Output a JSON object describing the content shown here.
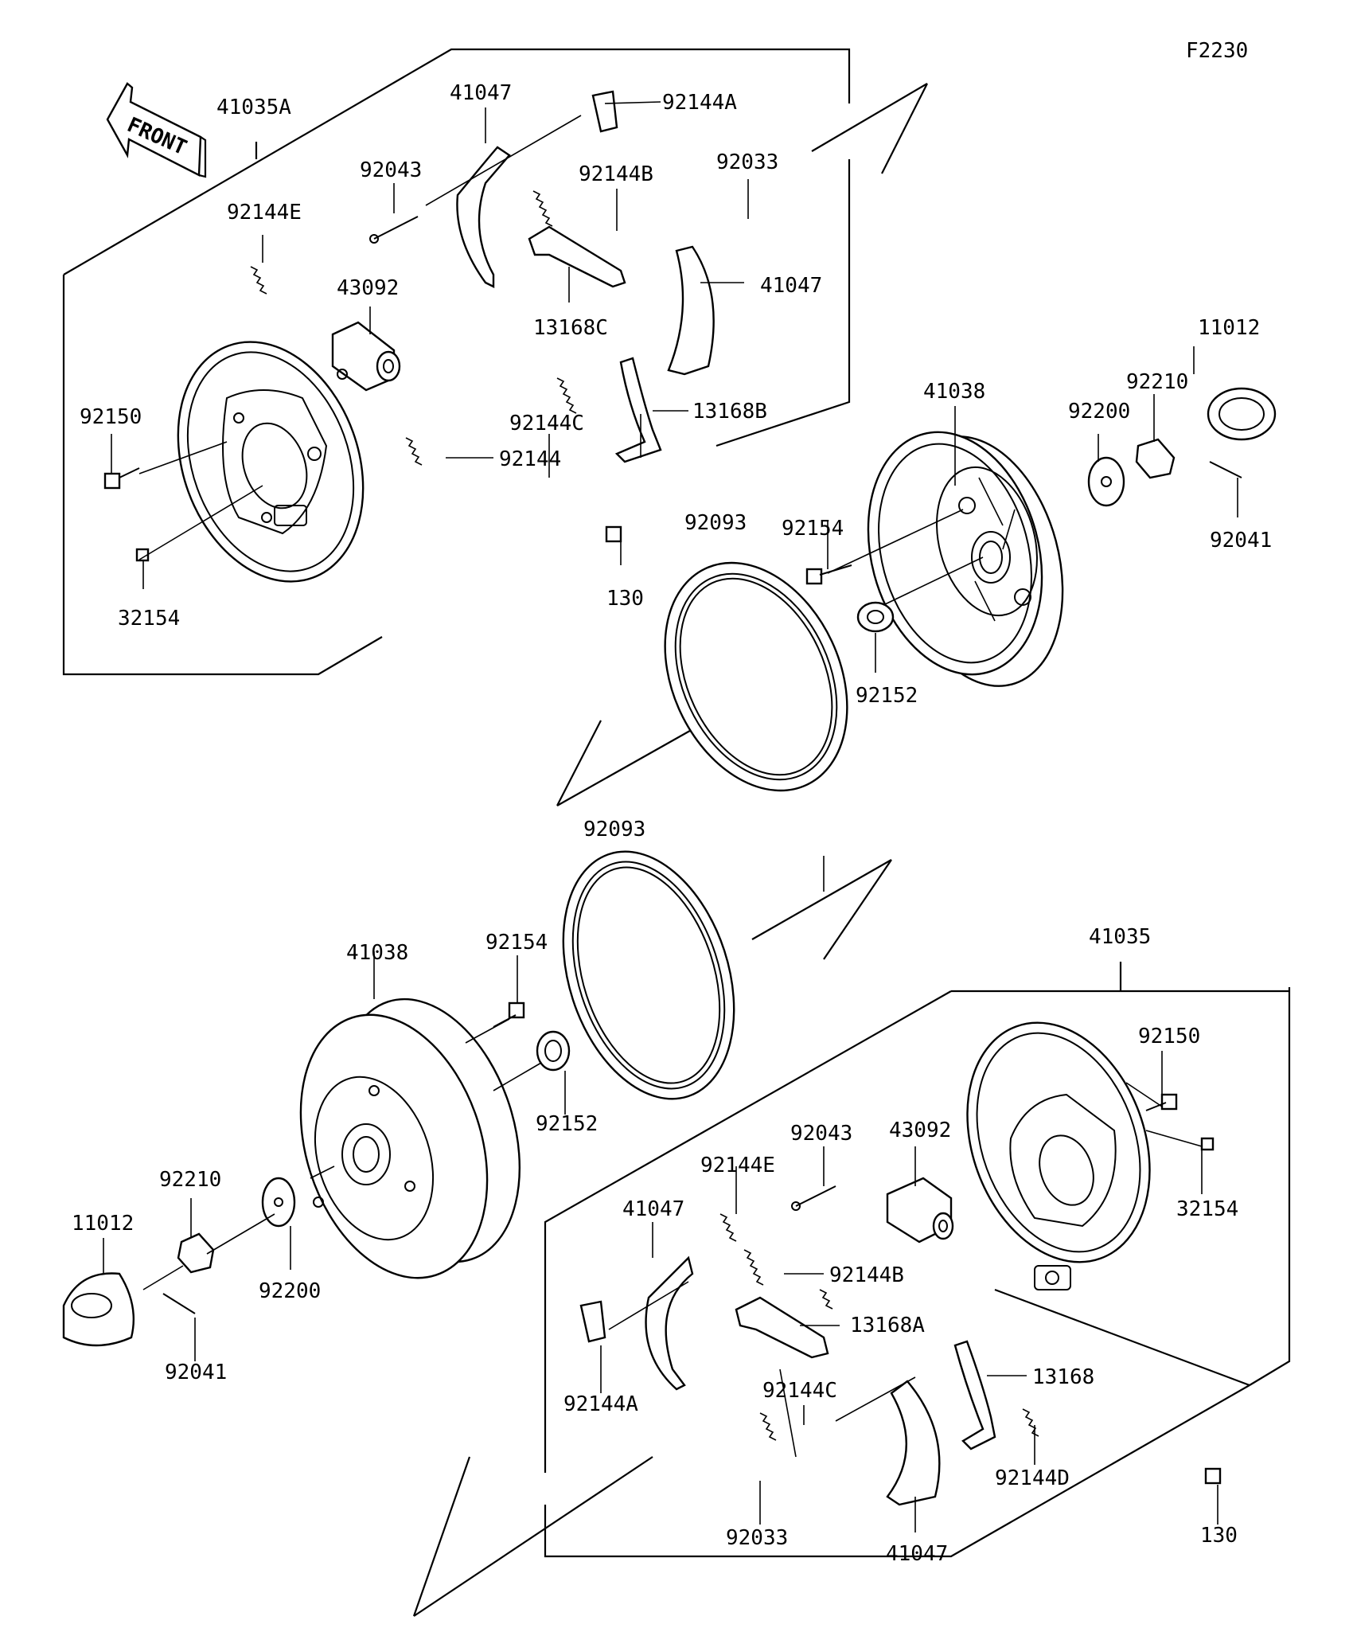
{
  "diagram_code": "F2230",
  "front_arrow_label": "FRONT",
  "labels": {
    "a41035A": "41035A",
    "a41047_top": "41047",
    "a92144A_top": "92144A",
    "a92043_top": "92043",
    "a92144B_top": "92144B",
    "a92033_top": "92033",
    "a92144E_top": "92144E",
    "a43092_top": "43092",
    "a41047_top2": "41047",
    "a13168C": "13168C",
    "a11012_top": "11012",
    "a92150_top": "92150",
    "a92144C_top": "92144C",
    "a13168B": "13168B",
    "a41038_top": "41038",
    "a92210_top": "92210",
    "a92200_top": "92200",
    "a92144_top": "92144",
    "a92093_top": "92093",
    "a92154_top": "92154",
    "a92041_top": "92041",
    "a130_top": "130",
    "a32154_top": "32154",
    "a92152_top": "92152",
    "a92093_bot": "92093",
    "a41035": "41035",
    "a41038_bot": "41038",
    "a92154_bot": "92154",
    "a92150_bot": "92150",
    "a92043_bot": "92043",
    "a43092_bot": "43092",
    "a92152_bot": "92152",
    "a92210_bot": "92210",
    "a92144E_bot": "92144E",
    "a32154_bot": "32154",
    "a11012_bot": "11012",
    "a41047_bot": "41047",
    "a92144B_bot": "92144B",
    "a92200_bot": "92200",
    "a13168A": "13168A",
    "a92041_bot": "92041",
    "a92144C_bot": "92144C",
    "a13168": "13168",
    "a92144A_bot": "92144A",
    "a92144D": "92144D",
    "a92033_bot": "92033",
    "a41047_bot2": "41047",
    "a130_bot": "130"
  }
}
